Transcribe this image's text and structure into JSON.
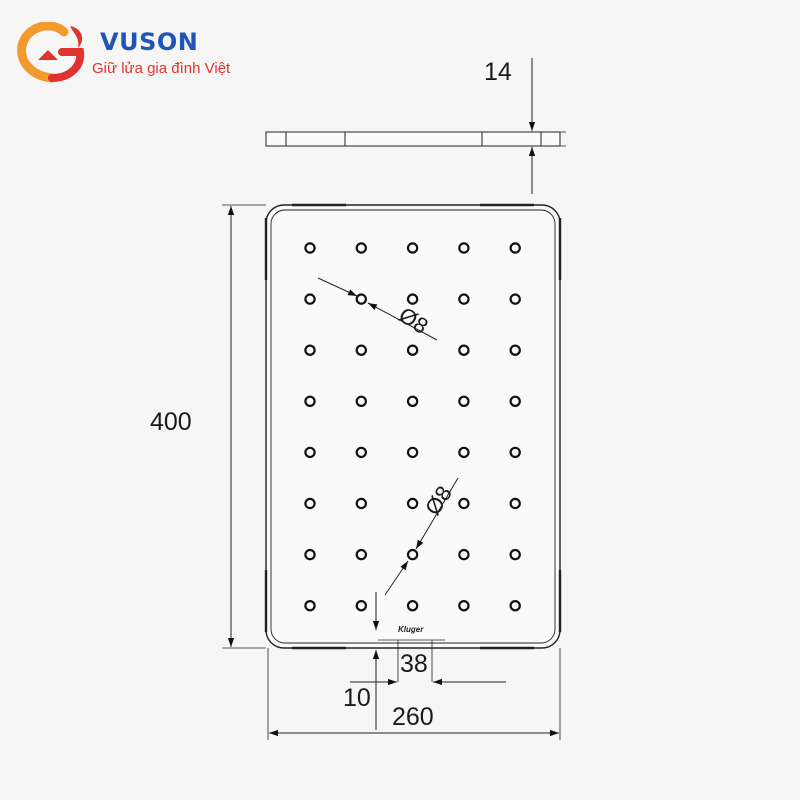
{
  "brand": {
    "name": "VUSON",
    "tagline": "Giữ lửa gia đình Việt",
    "colors": {
      "blue": "#1f56b5",
      "red": "#e0332e",
      "orange": "#f29a2e"
    }
  },
  "drawing": {
    "dimensions": {
      "thickness": "14",
      "height": "400",
      "width": "260",
      "edge_offset": "10",
      "hole_spacing": "38",
      "hole_diameter": "Ø8",
      "hole_diameter_2": "Ø8"
    },
    "hole_grid": {
      "rows": 8,
      "columns": 5
    },
    "product_mark": "Kluger"
  }
}
